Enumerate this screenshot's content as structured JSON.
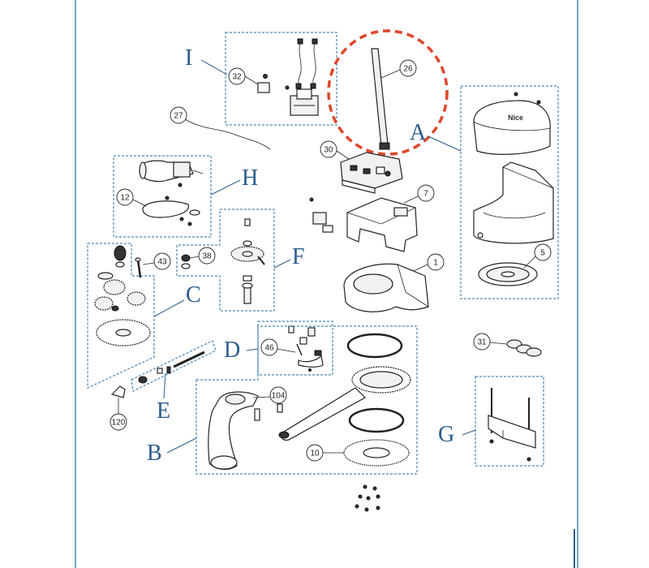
{
  "groups": {
    "A": "A",
    "B": "B",
    "C": "C",
    "D": "D",
    "E": "E",
    "F": "F",
    "G": "G",
    "H": "H",
    "I": "I"
  },
  "parts": {
    "p1": "1",
    "p5": "5",
    "p7": "7",
    "p10": "10",
    "p12": "12",
    "p26": "26",
    "p27": "27",
    "p30": "30",
    "p31": "31",
    "p32": "32",
    "p38": "38",
    "p43": "43",
    "p46": "46",
    "p104": "104",
    "p120": "120"
  },
  "logo": "Nice",
  "colors": {
    "highlight": "#e0452b",
    "group_box": "#4a86b5",
    "group_label": "#2b5c8f"
  }
}
